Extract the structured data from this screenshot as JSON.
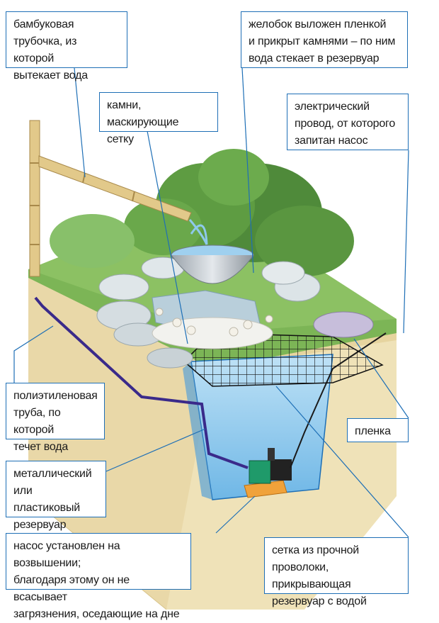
{
  "labels": {
    "bamboo": "бамбуковая\nтрубочка, из которой\nвытекает вода",
    "gutter": "желобок выложен пленкой\nи прикрыт камнями – по ним\nвода стекает в резервуар",
    "stones": "камни, маскирующие\nсетку",
    "wire": "электрический\nпровод, от которого\nзапитан насос",
    "pipe": "полиэтиленовая\nтруба, по которой\nтечет вода",
    "film": "пленка",
    "tank": "металлический\nили пластиковый\nрезервуар",
    "pump": "насос установлен на возвышении;\nблагодаря этому он не всасывает\nзагрязнения, оседающие на дне",
    "mesh": "сетка из прочной\nпроволоки, прикрывающая\nрезервуар с водой"
  },
  "colors": {
    "callout": "#1e6fb6",
    "soil": "#efe2b8",
    "grass": "#6fa84a",
    "water": "#8ec9ec",
    "bamboo": "#e2c98a",
    "pipe": "#3a2a8a"
  }
}
